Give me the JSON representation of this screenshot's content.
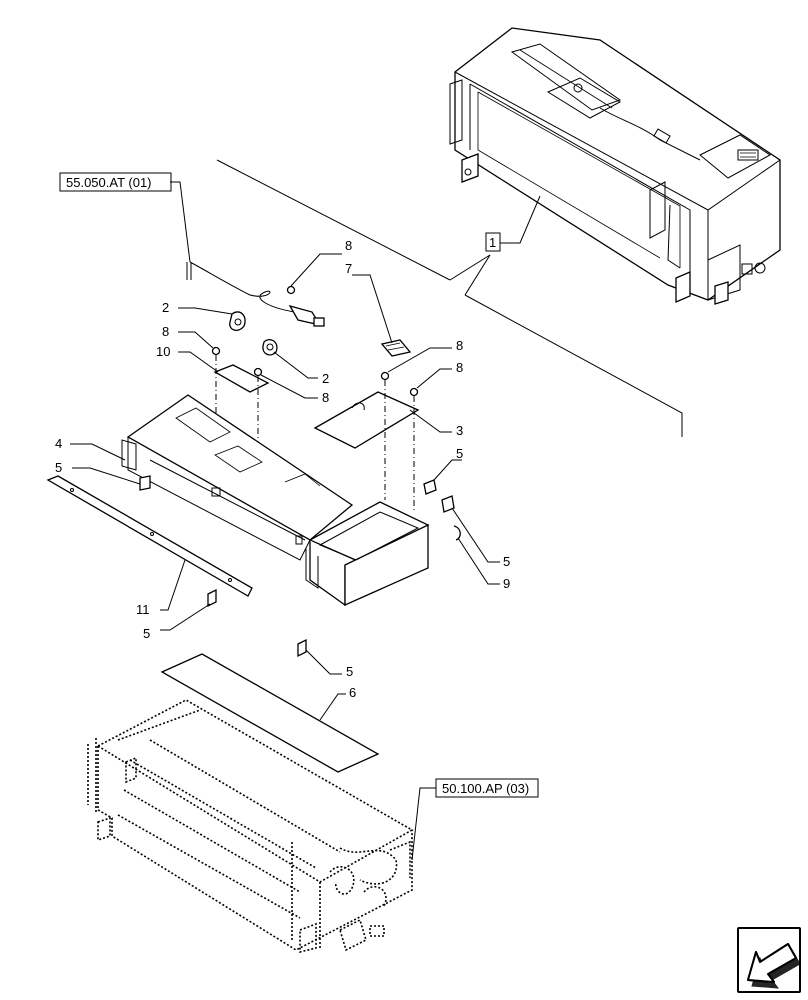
{
  "references": [
    {
      "id": "ref-top",
      "label": "55.050.AT (01)"
    },
    {
      "id": "ref-bottom",
      "label": "50.100.AP (03)"
    }
  ],
  "assembly_label": "1",
  "callouts": [
    {
      "id": "c8a",
      "label": "8"
    },
    {
      "id": "c7",
      "label": "7"
    },
    {
      "id": "c2a",
      "label": "2"
    },
    {
      "id": "c8b",
      "label": "8"
    },
    {
      "id": "c10",
      "label": "10"
    },
    {
      "id": "c2b",
      "label": "2"
    },
    {
      "id": "c8c",
      "label": "8"
    },
    {
      "id": "c8d",
      "label": "8"
    },
    {
      "id": "c8e",
      "label": "8"
    },
    {
      "id": "c3",
      "label": "3"
    },
    {
      "id": "c4",
      "label": "4"
    },
    {
      "id": "c5a",
      "label": "5"
    },
    {
      "id": "c5b",
      "label": "5"
    },
    {
      "id": "c5c",
      "label": "5"
    },
    {
      "id": "c9",
      "label": "9"
    },
    {
      "id": "c11",
      "label": "11"
    },
    {
      "id": "c5d",
      "label": "5"
    },
    {
      "id": "c5e",
      "label": "5"
    },
    {
      "id": "c6",
      "label": "6"
    }
  ],
  "icons": {
    "nav_arrow": "arrow-left-down-icon"
  }
}
